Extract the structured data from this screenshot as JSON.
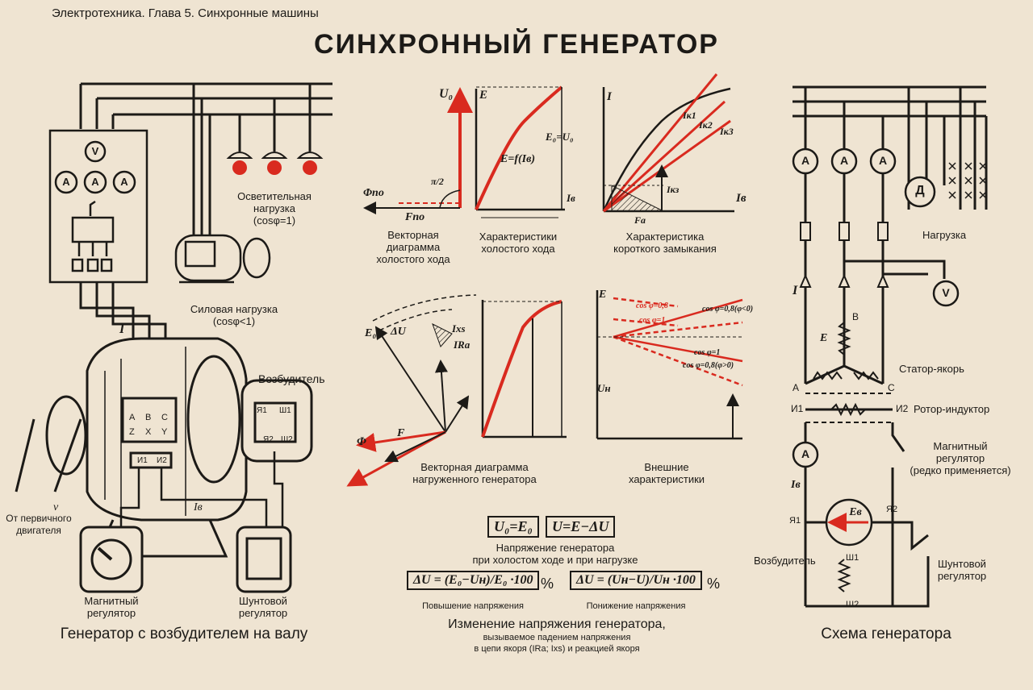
{
  "header": {
    "breadcrumb": "Электротехника. Глава 5. Синхронные машины",
    "title": "СИНХРОННЫЙ ГЕНЕРАТОР"
  },
  "left_panel": {
    "caption": "Генератор с возбудителем на валу",
    "meter_v": "V",
    "meter_a": "A",
    "lighting_load": "Осветительная\nнагрузка\n(cosφ=1)",
    "power_load": "Силовая нагрузка\n(cosφ<1)",
    "exciter": "Возбудитель",
    "prime_mover": "От первичного\nдвигателя",
    "magnetic_regulator": "Магнитный\nрегулятор",
    "shunt_regulator": "Шунтовой\nрегулятор",
    "terminals_top": [
      "A",
      "B",
      "C"
    ],
    "terminals_bottom": [
      "Z",
      "X",
      "Y"
    ],
    "exciter_terminals": [
      "Я1",
      "Ш1",
      "Я2",
      "Ш2"
    ],
    "rotor_terminals": [
      "И1",
      "И2"
    ],
    "current_label": "I",
    "field_current_label": "Iв",
    "speed_label": "v"
  },
  "middle_panel": {
    "no_load_vector_caption": "Векторная\nдиаграмма\nхолостого хода",
    "no_load_char_caption": "Характеристики\nхолостого хода",
    "short_circuit_caption": "Характеристика\nкороткого замыкания",
    "loaded_vector_caption": "Векторная диаграмма\nнагруженного генератора",
    "external_char_caption": "Внешние\nхарактеристики",
    "formula_u0": "U₀=E₀",
    "formula_u": "U=E−ΔU",
    "formula_caption": "Напряжение генератора\nпри холостом ходе и при нагрузке",
    "formula_rise": "ΔU = (E₀−Uн)/E₀ ·100",
    "formula_drop": "ΔU = (Uн−U)/Uн ·100",
    "percent": "%",
    "rise_caption": "Повышение напряжения",
    "drop_caption": "Понижение напряжения",
    "bottom_title": "Изменение напряжения генератора,",
    "bottom_sub": "вызываемое падением напряжения\nв цепи якоря (IRa; Ixs) и реакцией якоря",
    "labels": {
      "u0": "U₀",
      "phi_po": "Φпо",
      "f_po": "Fпо",
      "pi2": "π/2",
      "e": "E",
      "e_fi": "E=f(Iв)",
      "e0_u0": "E₀=U₀",
      "ib": "Iв",
      "i": "I",
      "ik1": "Iк1",
      "ik2": "Iк2",
      "ik3": "Iк3",
      "iks": "Iкз",
      "fa": "Fa",
      "ie": "Iв",
      "cos1": "cos φ=0,8",
      "cos2": "cos φ=1",
      "cos3": "cos φ=0,8(φ<0)",
      "cos4": "cos φ=1",
      "cos5": "cos φ=0,8(φ>0)",
      "du": "ΔU",
      "ixs": "Ixs",
      "ira": "IRa",
      "e0": "E₀",
      "phi": "Φ",
      "f": "F",
      "ua": "Uн"
    }
  },
  "right_panel": {
    "caption": "Схема генератора",
    "load": "Нагрузка",
    "motor": "Д",
    "stator": "Статор-якорь",
    "rotor": "Ротор-индуктор",
    "magnetic_regulator": "Магнитный\nрегулятор\n(редко применяется)",
    "shunt_regulator": "Шунтовой\nрегулятор",
    "exciter": "Возбудитель",
    "terminals": {
      "A": "A",
      "B": "B",
      "C": "C",
      "I1": "И1",
      "I2": "И2",
      "Ya1": "Я1",
      "Ya2": "Я2",
      "Sh1": "Ш1",
      "Sh2": "Ш2"
    },
    "meter_a": "A",
    "meter_v": "V",
    "exciter_symbol": "Eв",
    "current_I": "I",
    "current_E": "E",
    "field_current": "Iв"
  },
  "colors": {
    "ink": "#1c1a17",
    "accent": "#d92a1f",
    "paper": "#efe4d2"
  }
}
